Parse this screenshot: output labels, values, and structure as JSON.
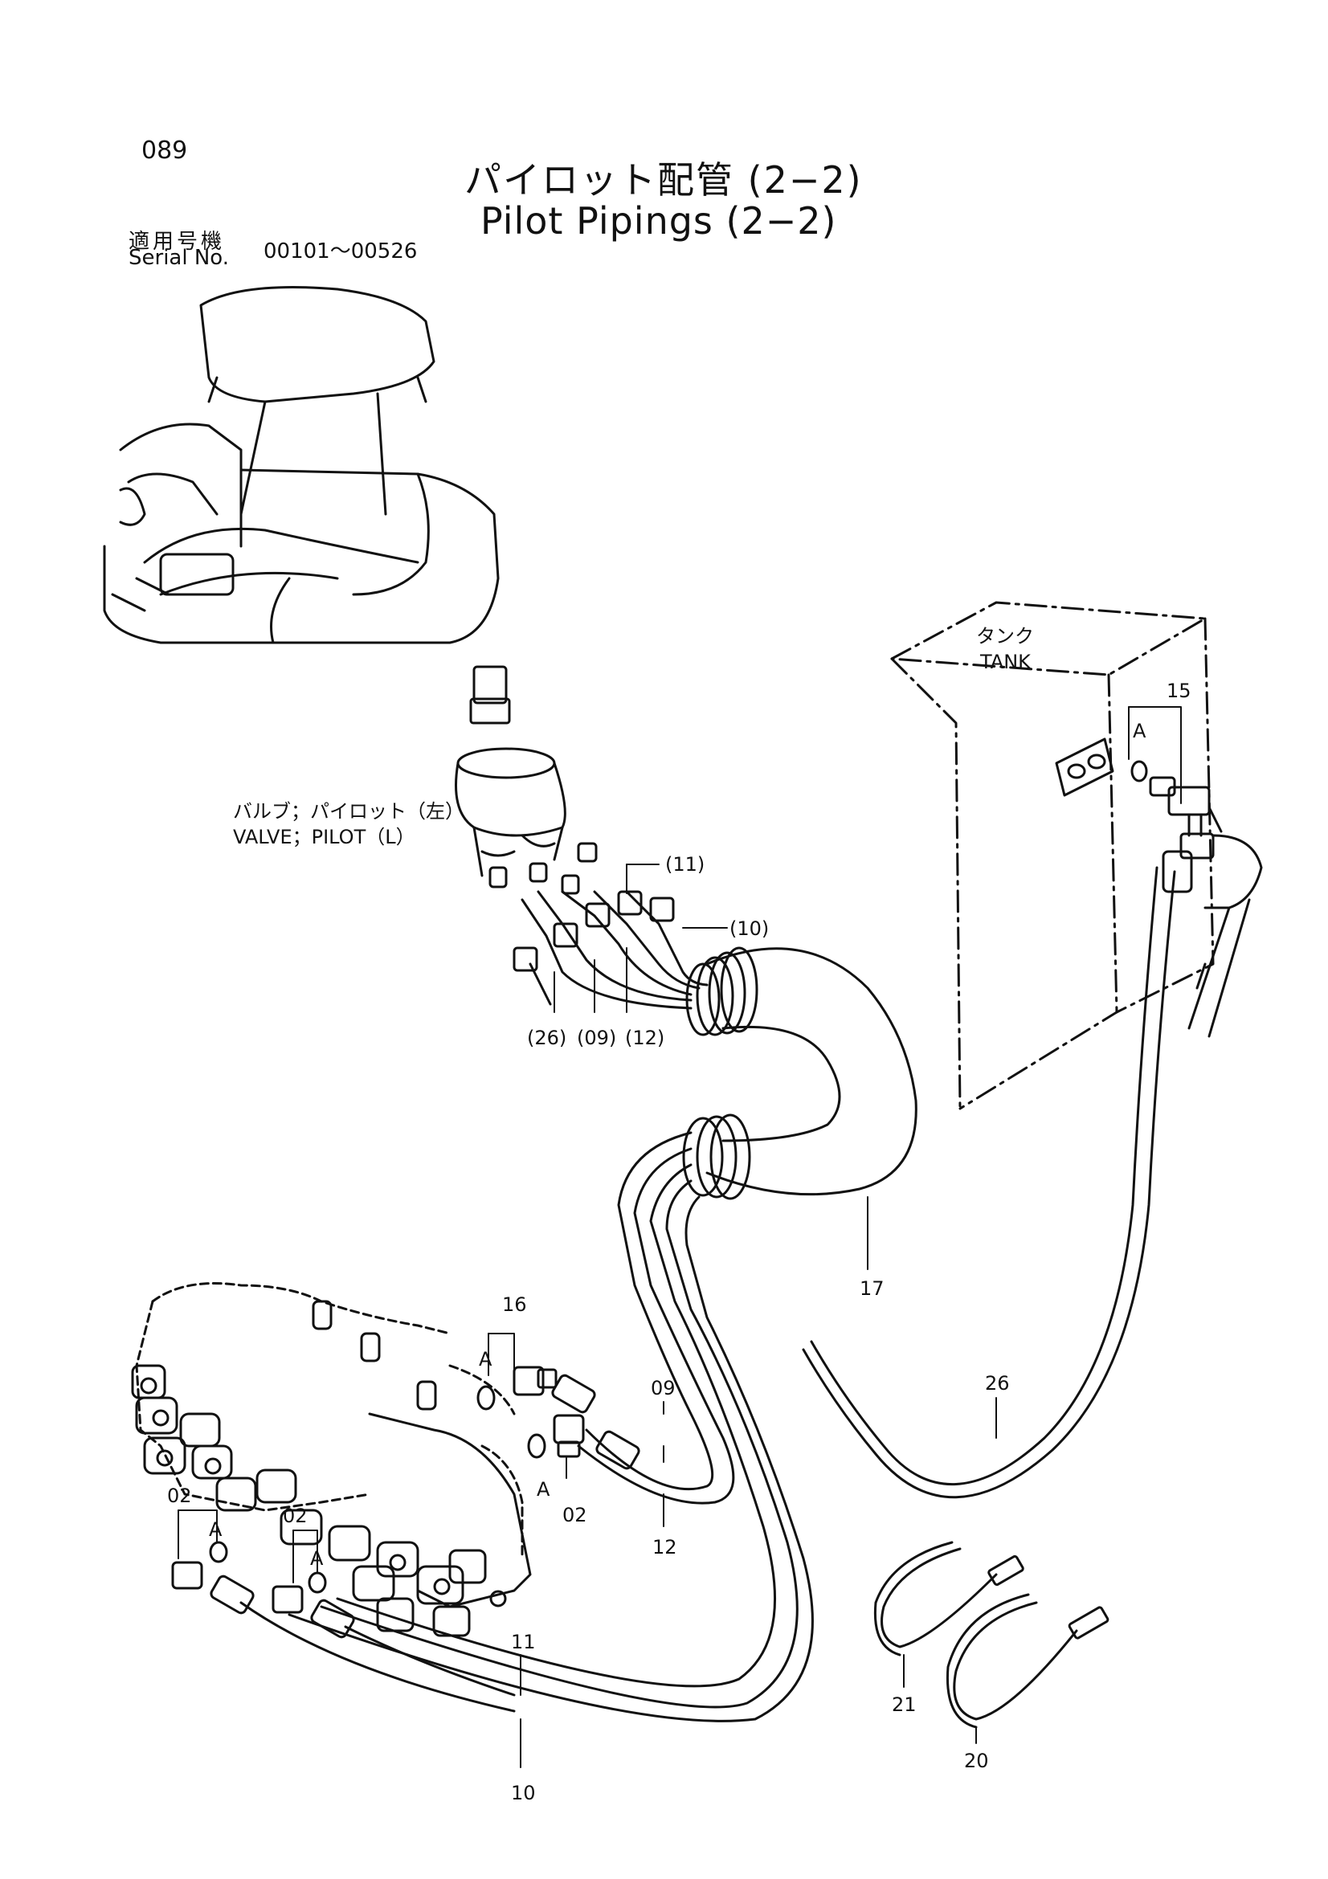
{
  "header": {
    "page_number": "089",
    "title_ja": "パイロット配管 (2−2)",
    "title_en": "Pilot Pipings (2−2)",
    "serial_label_ja": "適用号機",
    "serial_label_en": "Serial No.",
    "serial_range": "00101～00526"
  },
  "labels": {
    "tank_ja": "タンク",
    "tank_en": "TANK",
    "valve_ja": "バルブ；パイロット（左）",
    "valve_en": "VALVE；PILOT（L）",
    "a": "A"
  },
  "callouts": {
    "p15": "15",
    "p11": "(11)",
    "p10": "(10)",
    "p26": "(26)",
    "p09": "(09)",
    "p12": "(12)",
    "p17": "17",
    "p16": "16",
    "p09b": "09",
    "p26b": "26",
    "p02a": "02",
    "p02b": "02",
    "p02c": "02",
    "p12b": "12",
    "p11b": "11",
    "p10b": "10",
    "p21": "21",
    "p20": "20"
  }
}
